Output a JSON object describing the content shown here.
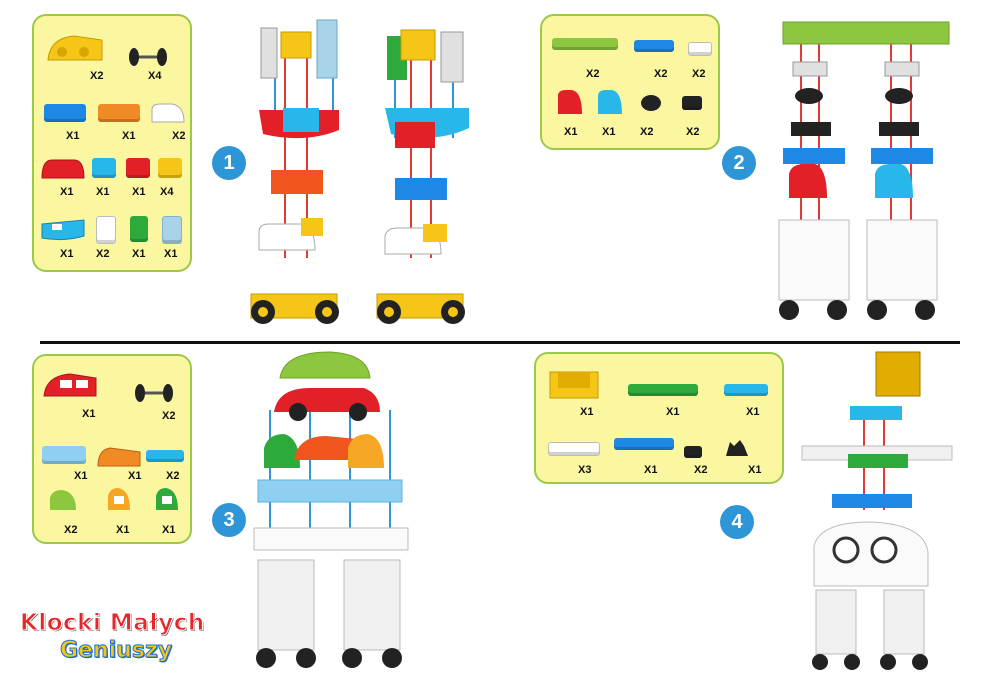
{
  "steps": [
    {
      "number": "1",
      "parts": [
        {
          "icon": "yellow-curved-fender-brick",
          "qty": "X2"
        },
        {
          "icon": "black-wheel-axle",
          "qty": "X4"
        },
        {
          "icon": "blue-2x4-brick",
          "qty": "X1"
        },
        {
          "icon": "orange-2x4-brick",
          "qty": "X1"
        },
        {
          "icon": "white-curved-brick",
          "qty": "X2"
        },
        {
          "icon": "red-curved-2x4-brick",
          "qty": "X1"
        },
        {
          "icon": "lightblue-2x2-brick",
          "qty": "X1"
        },
        {
          "icon": "red-2x2-brick",
          "qty": "X1"
        },
        {
          "icon": "yellow-2x2-brick",
          "qty": "X4"
        },
        {
          "icon": "lightblue-printed-brick",
          "qty": "X1"
        },
        {
          "icon": "white-tall-brick",
          "qty": "X2"
        },
        {
          "icon": "green-tall-brick",
          "qty": "X1"
        },
        {
          "icon": "clear-tall-brick",
          "qty": "X1"
        }
      ]
    },
    {
      "number": "2",
      "parts": [
        {
          "icon": "lime-2x8-plate",
          "qty": "X2"
        },
        {
          "icon": "blue-2x4-plate",
          "qty": "X2"
        },
        {
          "icon": "white-2x2-plate",
          "qty": "X2"
        },
        {
          "icon": "red-arch-brick",
          "qty": "X1"
        },
        {
          "icon": "lightblue-arch-brick",
          "qty": "X1"
        },
        {
          "icon": "black-round-plate",
          "qty": "X2"
        },
        {
          "icon": "black-square-plate",
          "qty": "X2"
        }
      ]
    },
    {
      "number": "3",
      "parts": [
        {
          "icon": "red-car-body-brick",
          "qty": "X1"
        },
        {
          "icon": "black-wheel-axle",
          "qty": "X2"
        },
        {
          "icon": "lightblue-2x4-brick",
          "qty": "X1"
        },
        {
          "icon": "orange-curved-brick",
          "qty": "X1"
        },
        {
          "icon": "blue-2x4-plate",
          "qty": "X2"
        },
        {
          "icon": "lime-curved-brick",
          "qty": "X2"
        },
        {
          "icon": "orange-window-brick",
          "qty": "X1"
        },
        {
          "icon": "green-window-brick",
          "qty": "X1"
        }
      ]
    },
    {
      "number": "4",
      "parts": [
        {
          "icon": "yellow-seat-brick",
          "qty": "X1"
        },
        {
          "icon": "green-2x8-plate",
          "qty": "X1"
        },
        {
          "icon": "lightblue-2x4-plate",
          "qty": "X1"
        },
        {
          "icon": "white-2x8-plate",
          "qty": "X3"
        },
        {
          "icon": "blue-2x6-plate",
          "qty": "X1"
        },
        {
          "icon": "black-square-plate",
          "qty": "X2"
        },
        {
          "icon": "black-clip-plate",
          "qty": "X1"
        }
      ]
    }
  ],
  "logo": {
    "line1": "Klocki Małych",
    "line2": "Geniuszy"
  },
  "colors": {
    "panel_fill": "#fbf7a0",
    "panel_border": "#9bc94a",
    "step_badge": "#2e96d6",
    "divider": "#111111",
    "guide_line_red": "#e53935",
    "guide_line_blue": "#2e96d6"
  }
}
